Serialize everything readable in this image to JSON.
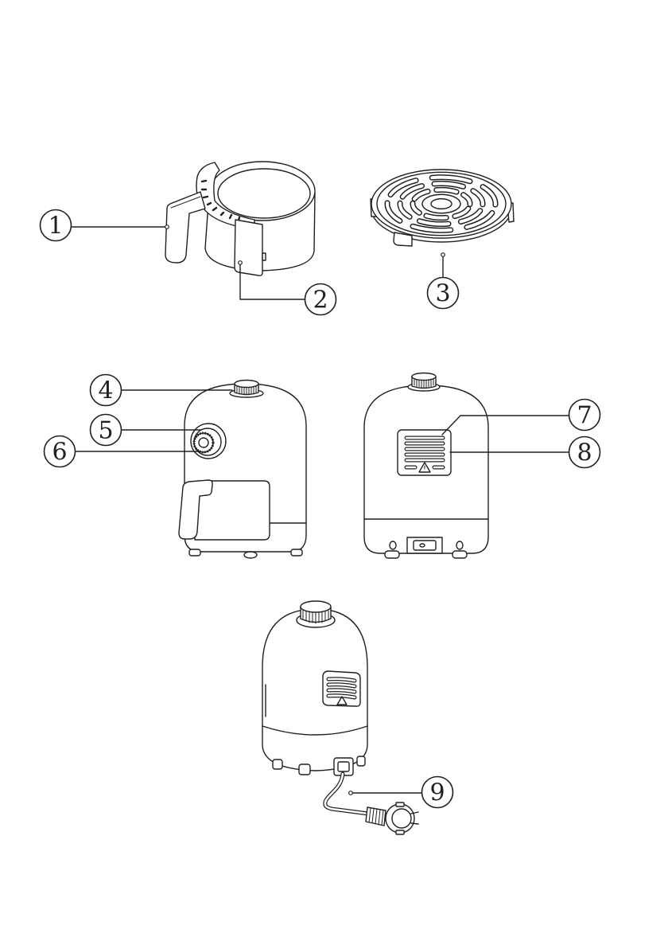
{
  "page": {
    "background": "#ffffff",
    "ink": "#231f20"
  },
  "callouts": [
    {
      "number": "1"
    },
    {
      "number": "2"
    },
    {
      "number": "3"
    },
    {
      "number": "4"
    },
    {
      "number": "5"
    },
    {
      "number": "6"
    },
    {
      "number": "7"
    },
    {
      "number": "8"
    },
    {
      "number": "9"
    }
  ]
}
